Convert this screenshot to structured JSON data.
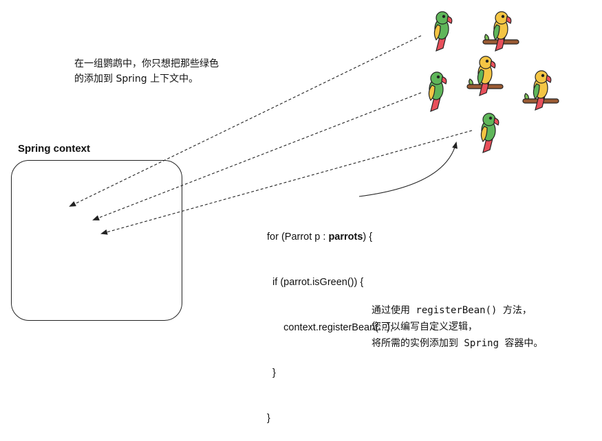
{
  "top_note": {
    "line1": "在一组鹦鹉中，你只想把那些绿色",
    "line2": "的添加到 Spring 上下文中。"
  },
  "context": {
    "title": "Spring context"
  },
  "code": {
    "line1_pre": "for (Parrot p : ",
    "line1_bold": "parrots",
    "line1_post": ") {",
    "line2": "  if (parrot.isGreen()) {",
    "line3": "      context.registerBean(...);",
    "line4": "  }",
    "line5": "}"
  },
  "bottom_note": {
    "line1": "通过使用 registerBean() 方法，",
    "line2": "您可以编写自定义逻辑，",
    "line3": "将所需的实例添加到 Spring 容器中。"
  },
  "parrots": [
    {
      "color": "green",
      "perched": false
    },
    {
      "color": "yellow",
      "perched": true
    },
    {
      "color": "green",
      "perched": false
    },
    {
      "color": "yellow",
      "perched": true
    },
    {
      "color": "yellow",
      "perched": true
    },
    {
      "color": "green",
      "perched": false
    }
  ],
  "colors": {
    "green": "#5fb65a",
    "yellow": "#f4c544",
    "red": "#e8505b",
    "orange": "#f39c3d",
    "branch": "#9a5b34",
    "leaf": "#7fc45a",
    "line": "#222222"
  }
}
